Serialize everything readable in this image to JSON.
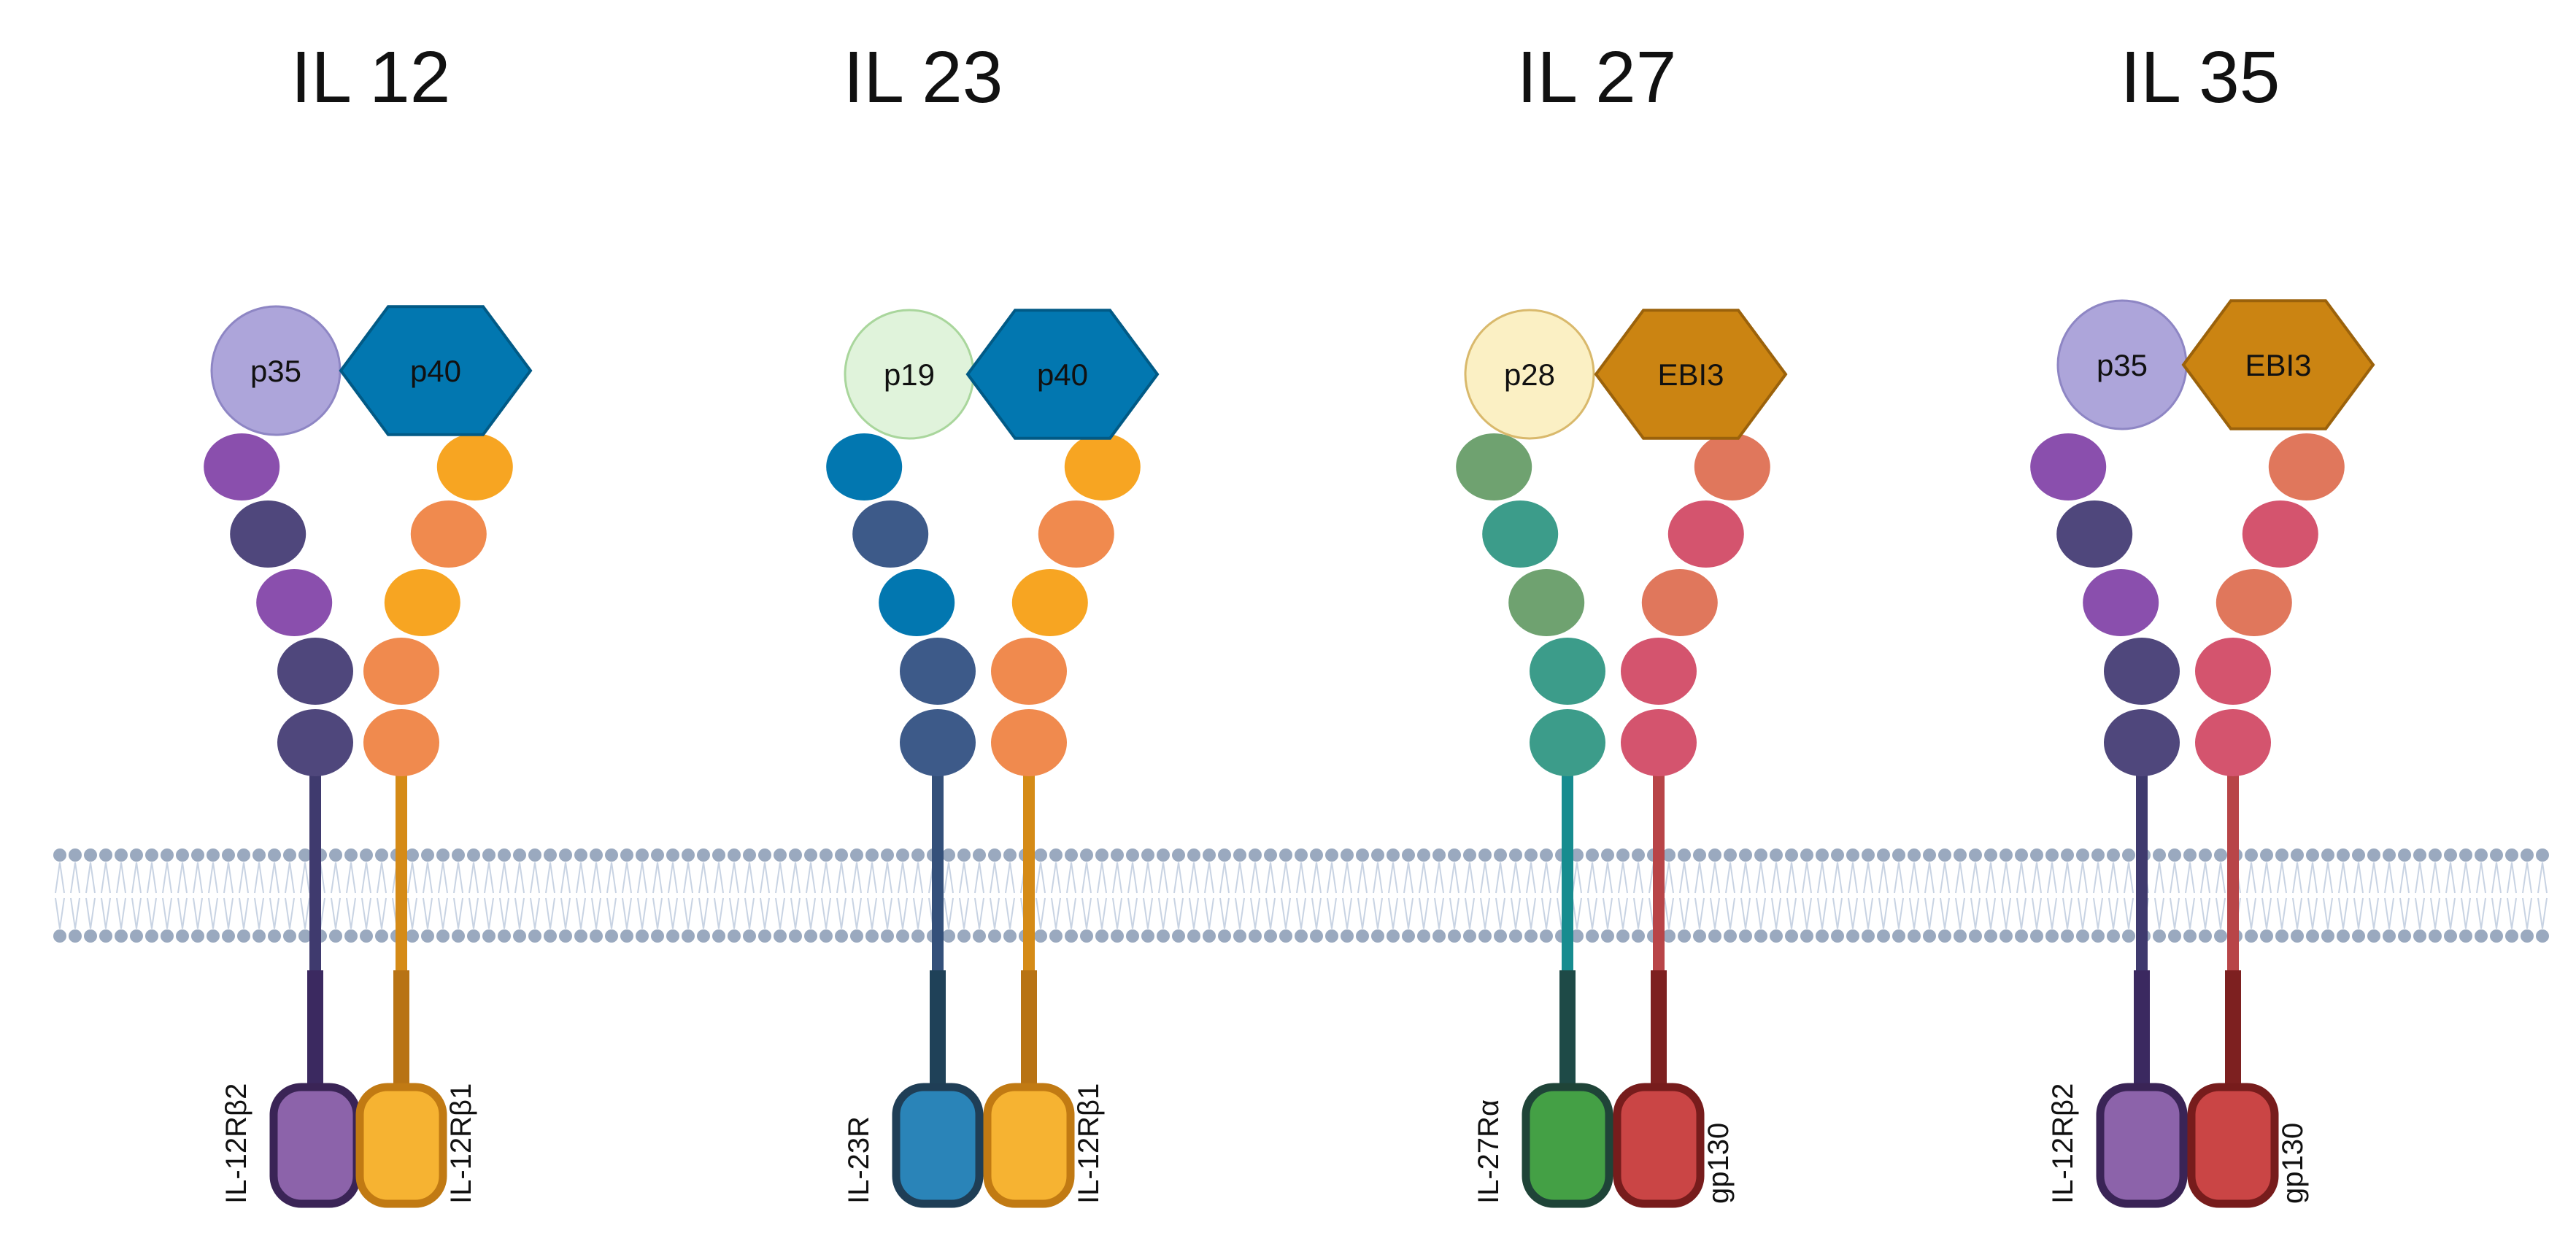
{
  "panels": [
    {
      "title": "IL 12",
      "small": {
        "label": "p35",
        "fill": "#ada5da",
        "stroke": "#8e86c4"
      },
      "large": {
        "label": "p40",
        "fill": "#0277b0",
        "stroke": "#015a86"
      },
      "left_chain": {
        "colors": [
          "#8a4fad",
          "#4f477c",
          "#8a4fad",
          "#4f477c",
          "#4f477c"
        ],
        "stalk": "#3f3a6e",
        "tail": "#3b2960",
        "box_fill": "#8c63aa",
        "box_stroke": "#3a2456"
      },
      "right_chain": {
        "colors": [
          "#f7a522",
          "#f08a4e",
          "#f7a522",
          "#f08a4e",
          "#f08a4e"
        ],
        "stalk": "#d58b17",
        "tail": "#b87314",
        "box_fill": "#f6b332",
        "box_stroke": "#c17a13"
      },
      "left_label": "IL-12Rβ2",
      "right_label": "IL-12Rβ1"
    },
    {
      "title": "IL 23",
      "small": {
        "label": "p19",
        "fill": "#e0f3db",
        "stroke": "#a9d69c"
      },
      "large": {
        "label": "p40",
        "fill": "#0277b0",
        "stroke": "#015a86"
      },
      "left_chain": {
        "colors": [
          "#0277b0",
          "#3d5a89",
          "#0277b0",
          "#3d5a89",
          "#3d5a89"
        ],
        "stalk": "#34507a",
        "tail": "#1f4158",
        "box_fill": "#2a84b8",
        "box_stroke": "#1f3e56"
      },
      "right_chain": {
        "colors": [
          "#f7a522",
          "#f08a4e",
          "#f7a522",
          "#f08a4e",
          "#f08a4e"
        ],
        "stalk": "#d58b17",
        "tail": "#b87314",
        "box_fill": "#f6b332",
        "box_stroke": "#c17a13"
      },
      "left_label": "IL-23R",
      "right_label": "IL-12Rβ1"
    },
    {
      "title": "IL 27",
      "small": {
        "label": "p28",
        "fill": "#fbf0c4",
        "stroke": "#d9b96c"
      },
      "large": {
        "label": "EBI3",
        "fill": "#cb8412",
        "stroke": "#9b620b"
      },
      "left_chain": {
        "colors": [
          "#6fa270",
          "#3c9c8a",
          "#6fa270",
          "#3c9c8a",
          "#3c9c8a"
        ],
        "stalk": "#178c8f",
        "tail": "#1e4a47",
        "box_fill": "#44a045",
        "box_stroke": "#1f4438"
      },
      "right_chain": {
        "colors": [
          "#e0775c",
          "#d4546e",
          "#e0775c",
          "#d4546e",
          "#d4546e"
        ],
        "stalk": "#b84548",
        "tail": "#7d2020",
        "box_fill": "#ca4545",
        "box_stroke": "#771c1c"
      },
      "left_label": "IL-27Rα",
      "right_label": "gp130"
    },
    {
      "title": "IL 35",
      "small": {
        "label": "p35",
        "fill": "#ada5da",
        "stroke": "#8e86c4"
      },
      "large": {
        "label": "EBI3",
        "fill": "#cb8412",
        "stroke": "#9b620b"
      },
      "left_chain": {
        "colors": [
          "#8a4fad",
          "#4f477c",
          "#8a4fad",
          "#4f477c",
          "#4f477c"
        ],
        "stalk": "#3f3a6e",
        "tail": "#3b2960",
        "box_fill": "#8c63aa",
        "box_stroke": "#3a2456"
      },
      "right_chain": {
        "colors": [
          "#e0775c",
          "#d4546e",
          "#e0775c",
          "#d4546e",
          "#d4546e"
        ],
        "stalk": "#b84548",
        "tail": "#7d2020",
        "box_fill": "#ca4545",
        "box_stroke": "#771c1c"
      },
      "left_label": "IL-12Rβ2",
      "right_label": "gp130"
    }
  ],
  "membrane": {
    "head_color": "#9aa9bf",
    "tail_color": "#c8d3e3"
  }
}
